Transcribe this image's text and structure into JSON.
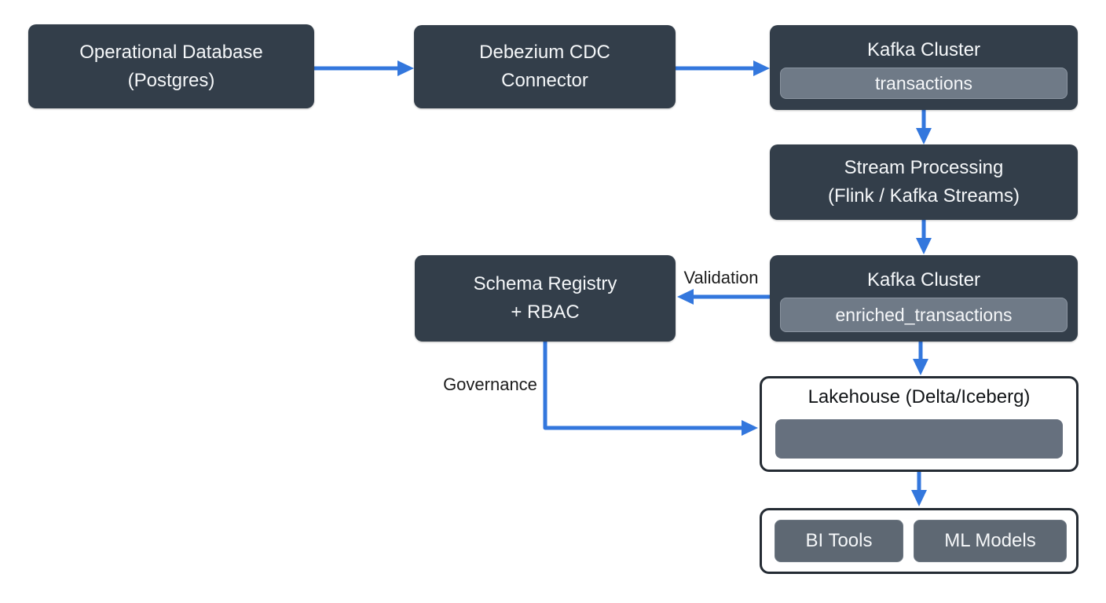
{
  "diagram": {
    "nodes": {
      "op_db": {
        "line1": "Operational Database",
        "line2": "(Postgres)"
      },
      "debezium": {
        "line1": "Debezium CDC",
        "line2": "Connector"
      },
      "kafka1": {
        "title": "Kafka Cluster",
        "topic": "transactions"
      },
      "stream": {
        "line1": "Stream Processing",
        "line2": "(Flink / Kafka Streams)"
      },
      "kafka2": {
        "title": "Kafka Cluster",
        "topic": "enriched_transactions"
      },
      "schema": {
        "line1": "Schema Registry",
        "line2": "+ RBAC"
      },
      "lakehouse": {
        "title": "Lakehouse (Delta/Iceberg)"
      },
      "bi_tools": {
        "label": "BI Tools"
      },
      "ml_models": {
        "label": "ML Models"
      }
    },
    "edge_labels": {
      "validation": "Validation",
      "governance": "Governance"
    },
    "colors": {
      "node_dark": "#333e4a",
      "topic_pill": "#6f7a87",
      "lakehouse_pill": "#66707e",
      "tool_box": "#5e6873",
      "arrow_blue": "#3377dd",
      "frame_border": "#252c35",
      "edge_label_text": "#1c1c1c"
    }
  }
}
